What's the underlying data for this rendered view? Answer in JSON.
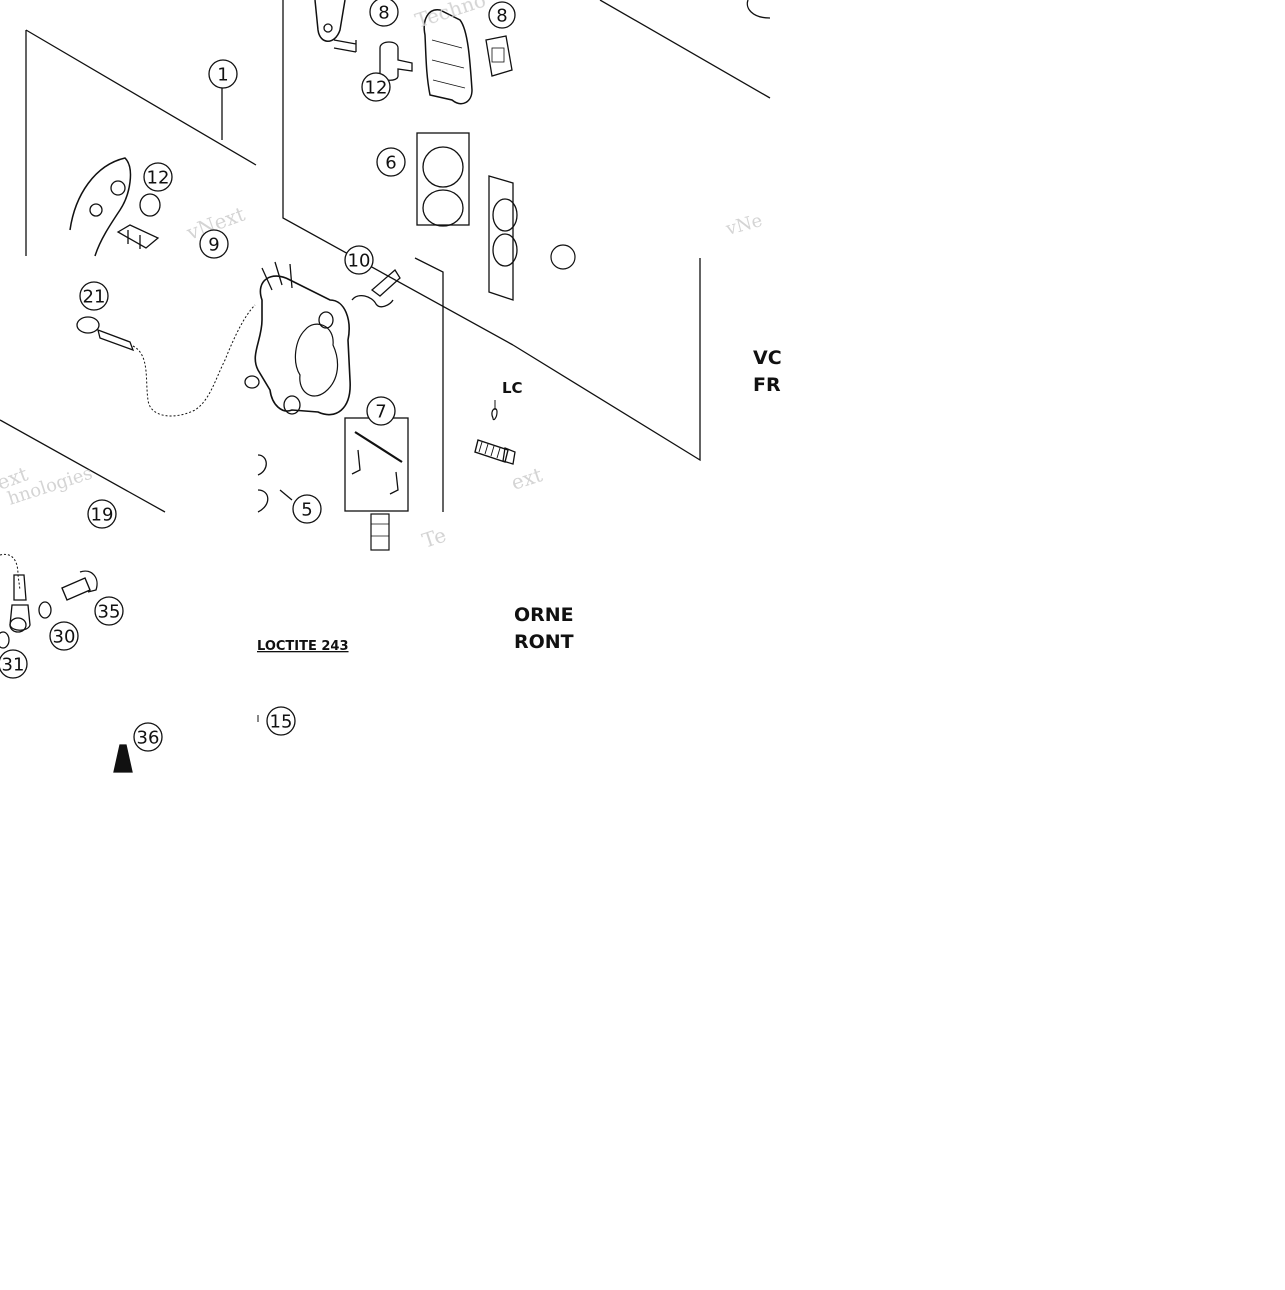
{
  "callouts": {
    "c1": "1",
    "c12a": "12",
    "c9": "9",
    "c8a": "8",
    "c8b": "8",
    "c12b": "12",
    "c6": "6",
    "c10": "10",
    "c21": "21",
    "c7": "7",
    "c19": "19",
    "c5": "5",
    "c35": "35",
    "c30": "30",
    "c31": "31",
    "c36": "36",
    "c15": "15"
  },
  "labels": {
    "loctite": "LOCTITE 243",
    "loctite_fragment": "LC",
    "vorne": "ORNE",
    "front": "RONT",
    "vorne_fragment": "VC",
    "front_fragment": "FR"
  },
  "watermark": {
    "brand": "vNext",
    "tech": "Technologies"
  },
  "colors": {
    "line": "#111111",
    "watermark": "#d0d0d0",
    "background": "#ffffff"
  }
}
